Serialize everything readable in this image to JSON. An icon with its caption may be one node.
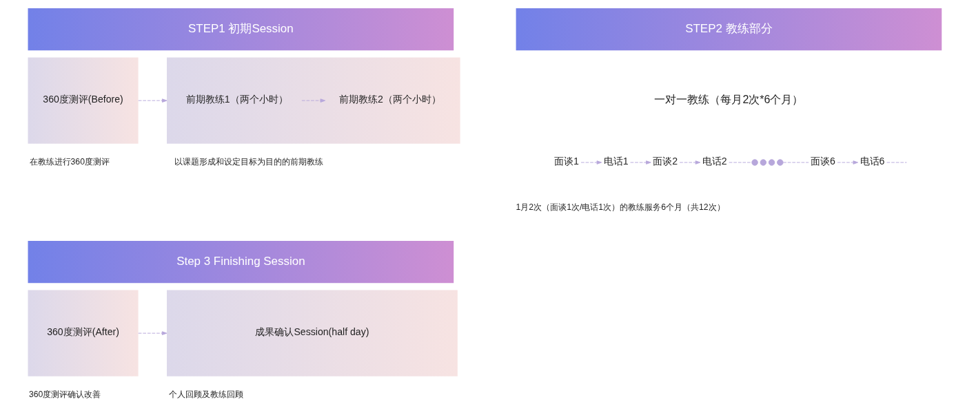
{
  "diagram": {
    "nodes": [
      {
        "text": [
          "STEP1 初期Session"
        ]
      },
      {
        "text": [
          "360度测评(Before)"
        ],
        "beside": [
          "在教练进行360度测评"
        ]
      },
      {
        "text": [],
        "shape": "box",
        "beside": [
          "以课题形成和设定目标为目的的前期教练"
        ]
      },
      {
        "text": [
          "前期教练1（两个小时）"
        ],
        "in": 2
      },
      {
        "text": [
          "前期教练2（两个小时）"
        ],
        "in": 2
      },
      {
        "text": [
          "STEP2 教练部分"
        ]
      },
      {
        "text": [
          "面谈1"
        ]
      },
      {
        "text": [
          "电话1"
        ]
      },
      {
        "text": [
          "面谈2"
        ]
      },
      {
        "text": [
          "电话2"
        ]
      },
      {
        "text": [],
        "shape": "circle"
      },
      {
        "text": [],
        "shape": "circle"
      },
      {
        "text": [],
        "shape": "circle"
      },
      {
        "text": [],
        "shape": "circle"
      },
      {
        "text": [
          "面谈6"
        ]
      },
      {
        "text": [
          "电话6"
        ]
      },
      {
        "text": [
          "Step 3 Finishing Session"
        ]
      },
      {
        "text": [
          "360度测评(After)"
        ],
        "beside": [
          "360度测评确认改善"
        ]
      },
      {
        "text": [
          "成果确认Session(half day)"
        ],
        "beside": [
          "个人回顾及教练回顾"
        ]
      }
    ],
    "edges": [
      {
        "from": 1,
        "to": 2,
        "arrow": "to"
      },
      {
        "from": 3,
        "to": 4,
        "arrow": "to"
      },
      {
        "from": 6,
        "to": 7,
        "arrow": "to"
      },
      {
        "from": 7,
        "to": 8,
        "arrow": "to"
      },
      {
        "from": 8,
        "to": 9,
        "arrow": "to"
      },
      {
        "from": 9,
        "to": 10,
        "arrow": "none"
      },
      {
        "from": 13,
        "to": 14,
        "arrow": "none"
      },
      {
        "from": 14,
        "to": 15,
        "arrow": "to"
      },
      {
        "from": 15,
        "to": null,
        "arrow": "none"
      },
      {
        "from": 17,
        "to": 18,
        "arrow": "to"
      }
    ],
    "labels": [
      "一对一教练（每月2次*6个月）",
      "1月2次（面谈1次/电话1次）的教练服务6个月（共12次）"
    ]
  }
}
